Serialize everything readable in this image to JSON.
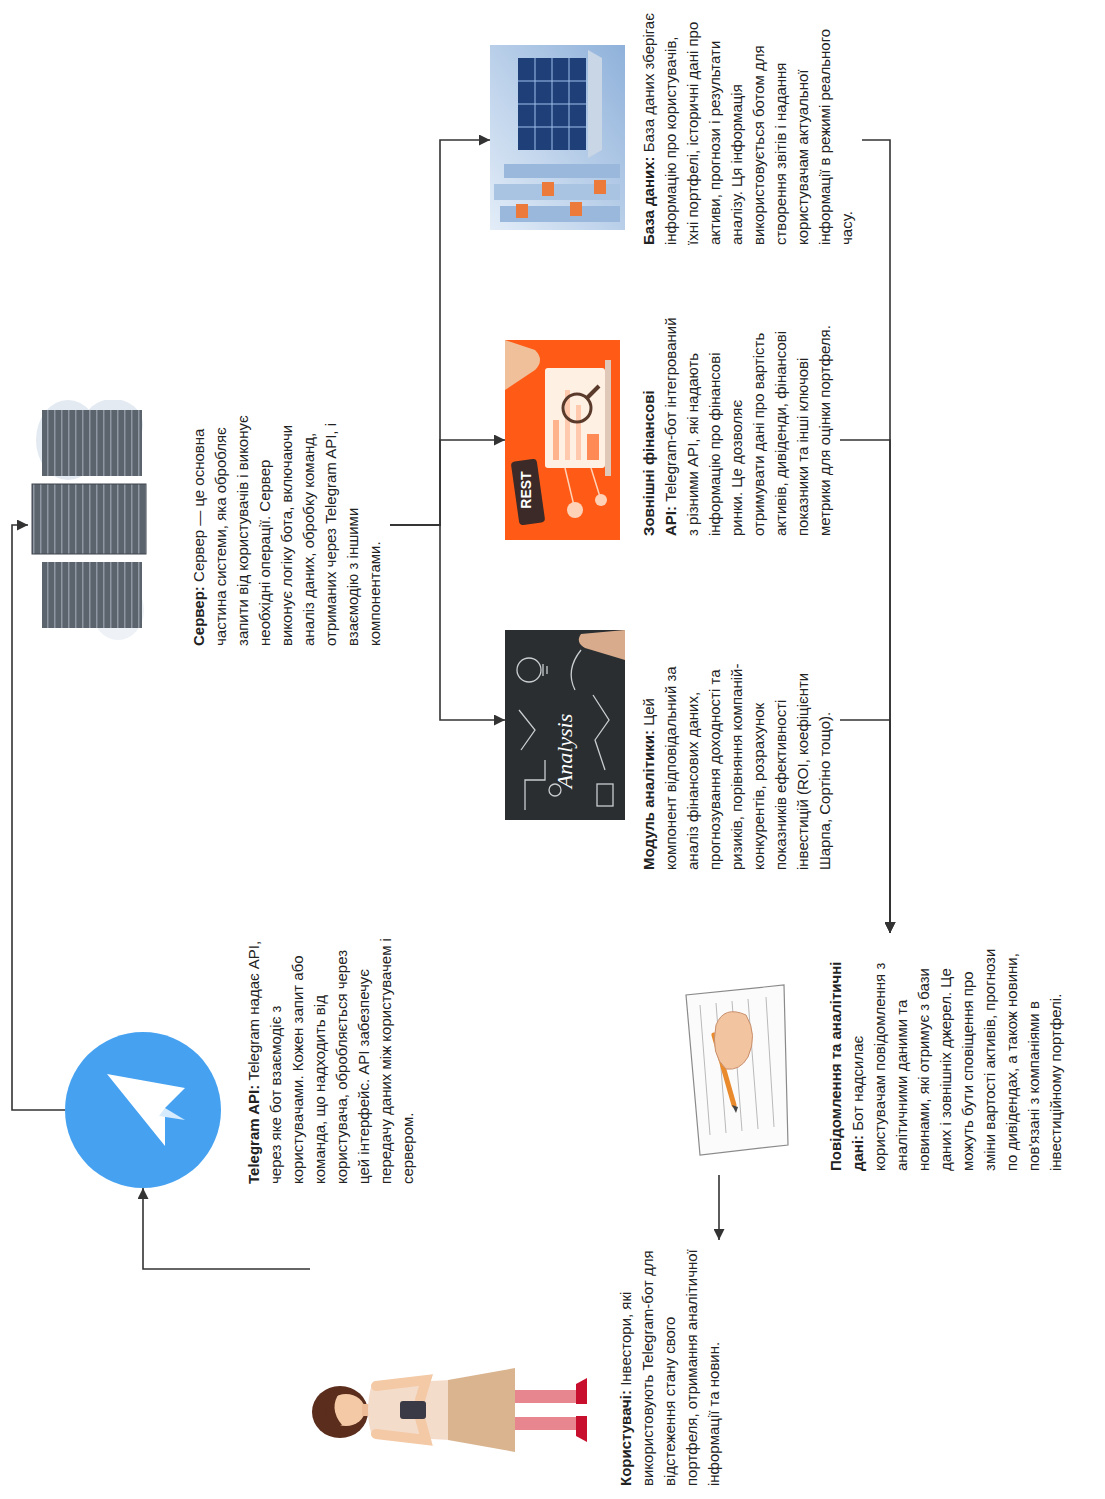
{
  "diagram": {
    "nodes": [
      {
        "text": [
          "Користувачі:",
          "Інвестори, які використовують Telegram-бот для відстеження стану свого портфеля, отримання аналітичної інформації та новин."
        ]
      },
      {
        "text": [
          "Telegram API:",
          "Telegram надає API, через яке бот взаємодіє з користувачами. Кожен запит або команда, що надходить від користувача, обробляється через цей інтерфейс. API забезпечує передачу даних між користувачем і сервером."
        ]
      },
      {
        "text": [
          "Сервер:",
          "Сервер — це основна частина системи, яка обробляє запити від користувачів і виконує необхідні операції. Сервер виконує логіку бота, включаючи аналіз даних, обробку команд, отриманих через Telegram API, і взаємодію з іншими компонентами."
        ]
      },
      {
        "text": [
          "Модуль аналітики:",
          "Цей компонент відповідальний за аналіз фінансових даних, прогнозування доходності та ризиків, порівняння компаній-конкурентів, розрахунок показників ефективності інвестицій (ROI, коефіцієнти Шарпа, Сортіно тощо)."
        ]
      },
      {
        "text": [
          "Зовнішні фінансові API:",
          "Telegram-бот інтегрований з різними API, які надають інформацію про фінансові ринки. Це дозволяє отримувати дані про вартість активів, дивіденди, фінансові показники та інші ключові метрики для оцінки портфеля."
        ]
      },
      {
        "text": [
          "База даних:",
          "База даних зберігає інформацію про користувачів, їхні портфелі, історичні дані про активи, прогнози і результати аналізу. Ця інформація використовується ботом для створення звітів і надання користувачам актуальної інформації в режимі реального часу."
        ]
      },
      {
        "text": [
          "Повідомлення та аналітичні дані:",
          "Бот надсилає користувачам повідомлення з аналітичними даними та новинами, які отримує з бази даних і зовнішніх джерел. Це можуть бути сповіщення про зміни вартості активів, прогнози по дивідендах, а також новини, пов'язані з компаніями в інвестиційному портфелі."
        ]
      }
    ],
    "edges": [
      {
        "from": 0,
        "to": 1,
        "arrow": "to"
      },
      {
        "from": 1,
        "to": 2,
        "arrow": "to"
      },
      {
        "from": 2,
        "to": 3,
        "arrow": "to"
      },
      {
        "from": 2,
        "to": 4,
        "arrow": "to"
      },
      {
        "from": 2,
        "to": 5,
        "arrow": "to"
      },
      {
        "from": 3,
        "to": 6,
        "arrow": "to"
      },
      {
        "from": 4,
        "to": 6,
        "arrow": "to"
      },
      {
        "from": 5,
        "to": 6,
        "arrow": "to"
      },
      {
        "from": 6,
        "to": 0,
        "arrow": "to"
      }
    ],
    "labels": [
      "REST",
      "Analysis"
    ]
  }
}
